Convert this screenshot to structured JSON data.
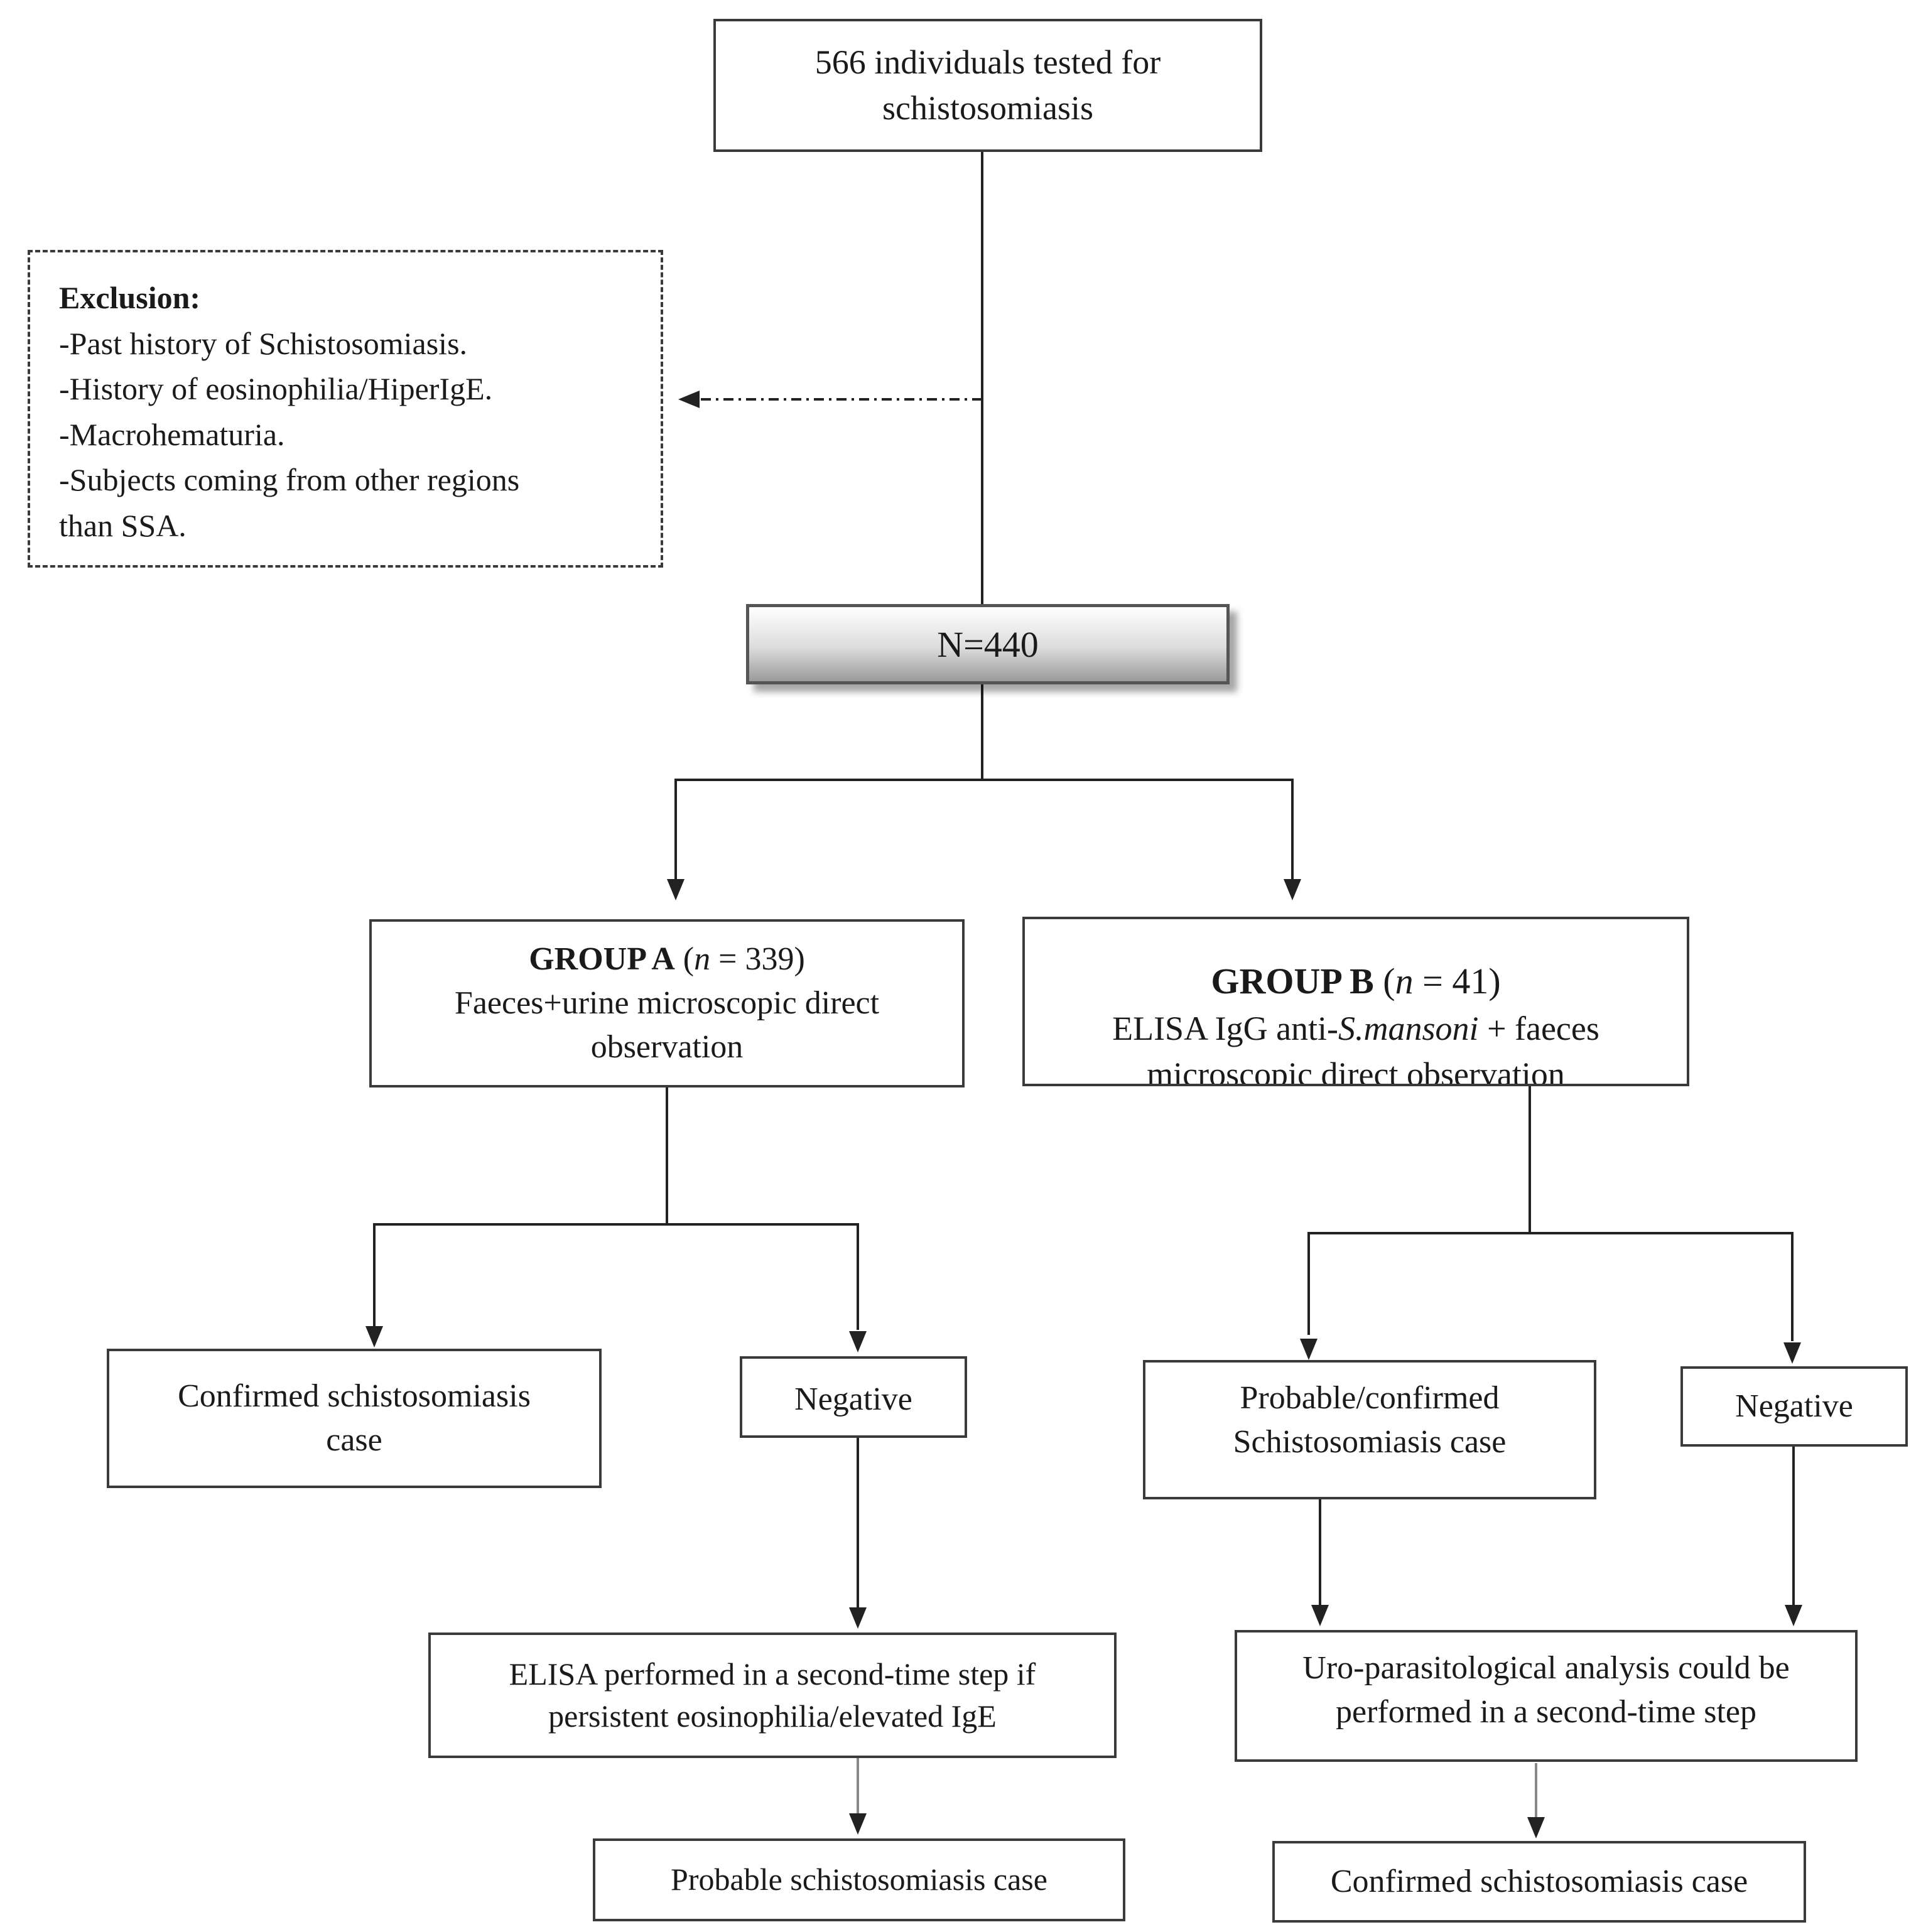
{
  "top": {
    "line1": "566 individuals tested for",
    "line2": "schistosomiasis"
  },
  "exclusion": {
    "title": "Exclusion:",
    "items": [
      "-Past history of Schistosomiasis.",
      "-History of eosinophilia/HiperIgE.",
      "-Macrohematuria.",
      "-Subjects coming from other regions",
      "than SSA."
    ]
  },
  "total": {
    "label": "N=440"
  },
  "group_a": {
    "name": "GROUP A",
    "n_symbol": "n",
    "n_eq": " = 339)",
    "paren_open": " (",
    "line2": "Faeces+urine microscopic direct",
    "line3": "observation"
  },
  "group_b": {
    "name": "GROUP B",
    "paren_open": " (",
    "n_symbol": "n",
    "n_eq": " =  41)",
    "line2_pre": "ELISA IgG anti-",
    "line2_species": "S.mansoni",
    "line2_post": " + faeces",
    "line3": "microscopic direct observation"
  },
  "a_confirmed": {
    "line1": "Confirmed schistosomiasis",
    "line2": "case"
  },
  "a_negative": {
    "label": "Negative"
  },
  "a_elisa": {
    "line1": "ELISA performed in a second-time step if",
    "line2": "persistent eosinophilia/elevated IgE"
  },
  "a_probable": {
    "label": "Probable schistosomiasis case"
  },
  "b_probable": {
    "line1": "Probable/confirmed",
    "line2": "Schistosomiasis case"
  },
  "b_negative": {
    "label": "Negative"
  },
  "b_uro": {
    "line1": "Uro-parasitological analysis could be",
    "line2": "performed in a second-time step"
  },
  "b_confirmed": {
    "label": "Confirmed schistosomiasis case"
  }
}
